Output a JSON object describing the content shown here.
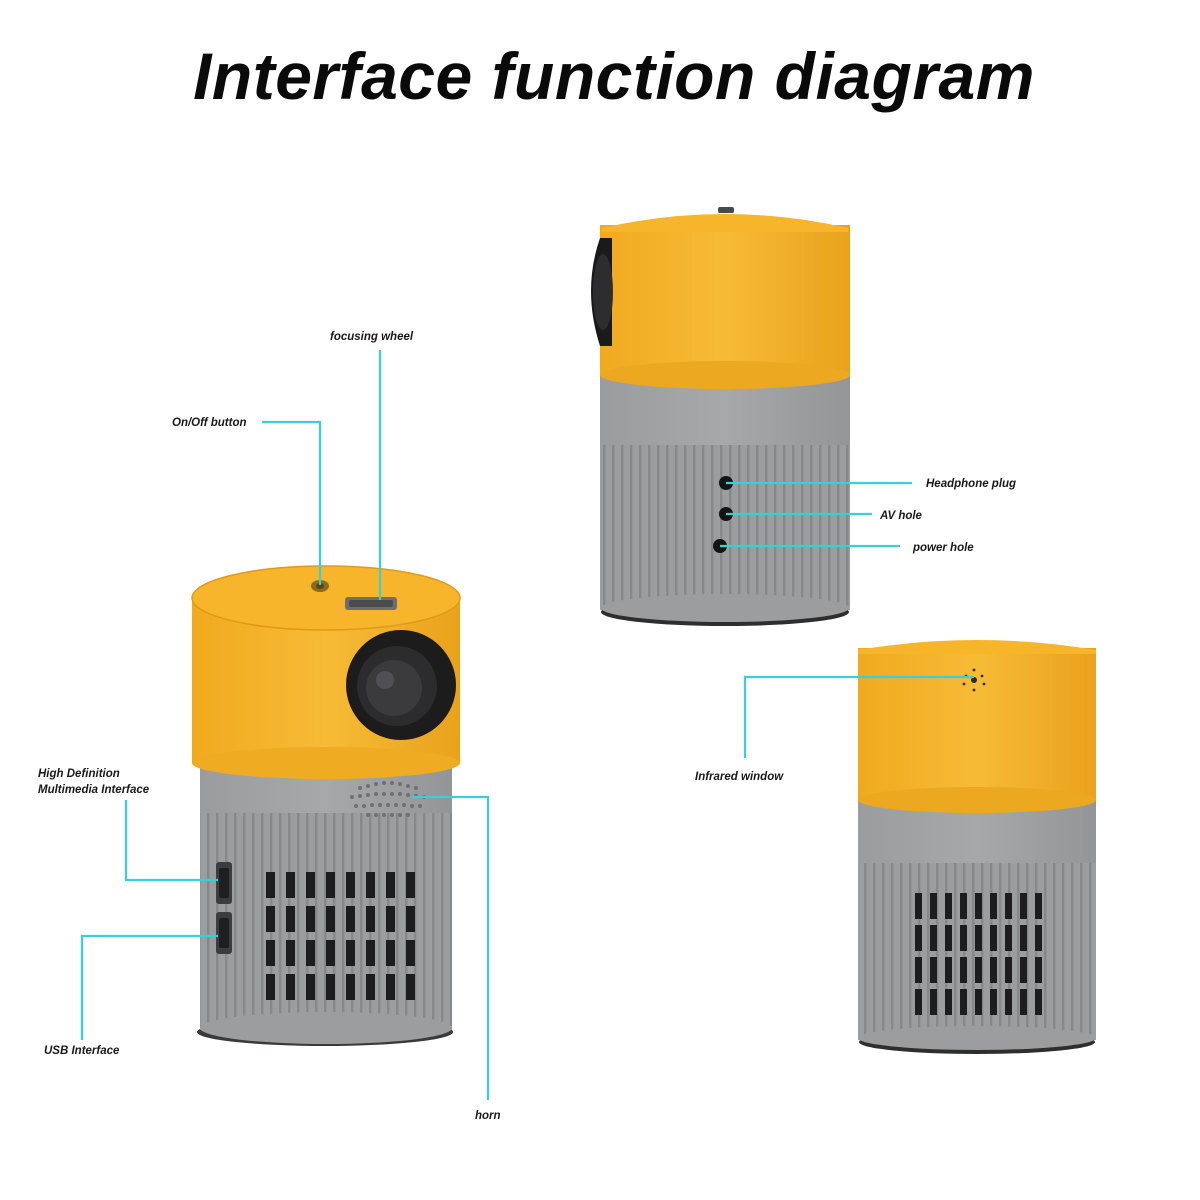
{
  "title": "Interface function diagram",
  "colors": {
    "body_yellow": "#f5b52c",
    "body_gray": "#9fa1a3",
    "leader_line": "#39d0dc",
    "label_text": "#1a1a1a"
  },
  "labels": {
    "focusing_wheel": "focusing wheel",
    "on_off_button": "On/Off button",
    "hdmi_line1": "High Definition",
    "hdmi_line2": "Multimedia Interface",
    "usb_interface": "USB Interface",
    "horn": "horn",
    "headphone_plug": "Headphone plug",
    "av_hole": "AV hole",
    "power_hole": "power hole",
    "infrared_window": "Infrared window"
  }
}
